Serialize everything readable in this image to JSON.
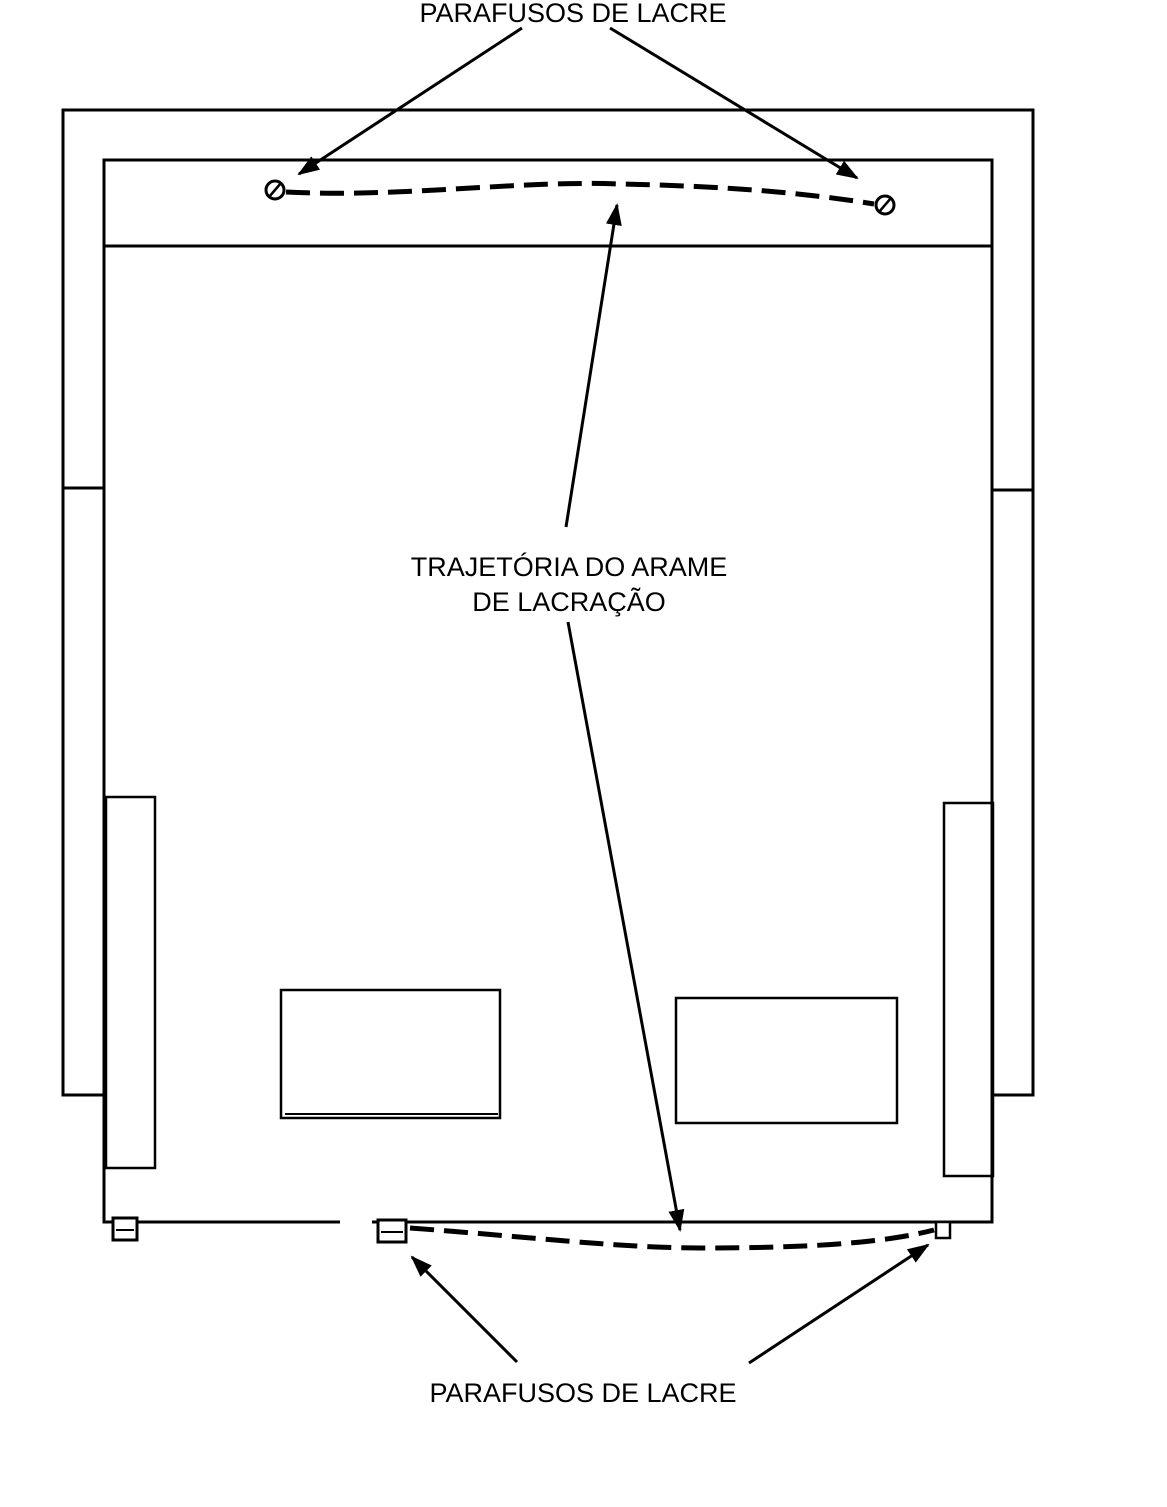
{
  "labels": {
    "top_screws": "PARAFUSOS DE LACRE",
    "wire_path_line1": "TRAJETÓRIA DO ARAME",
    "wire_path_line2": "DE LACRAÇÃO",
    "bottom_screws": "PARAFUSOS DE LACRE"
  },
  "colors": {
    "ink": "#000000",
    "background": "#ffffff"
  },
  "icons": {
    "top_screw": "slotted-screw-icon",
    "bottom_screw": "seal-screw-icon"
  }
}
